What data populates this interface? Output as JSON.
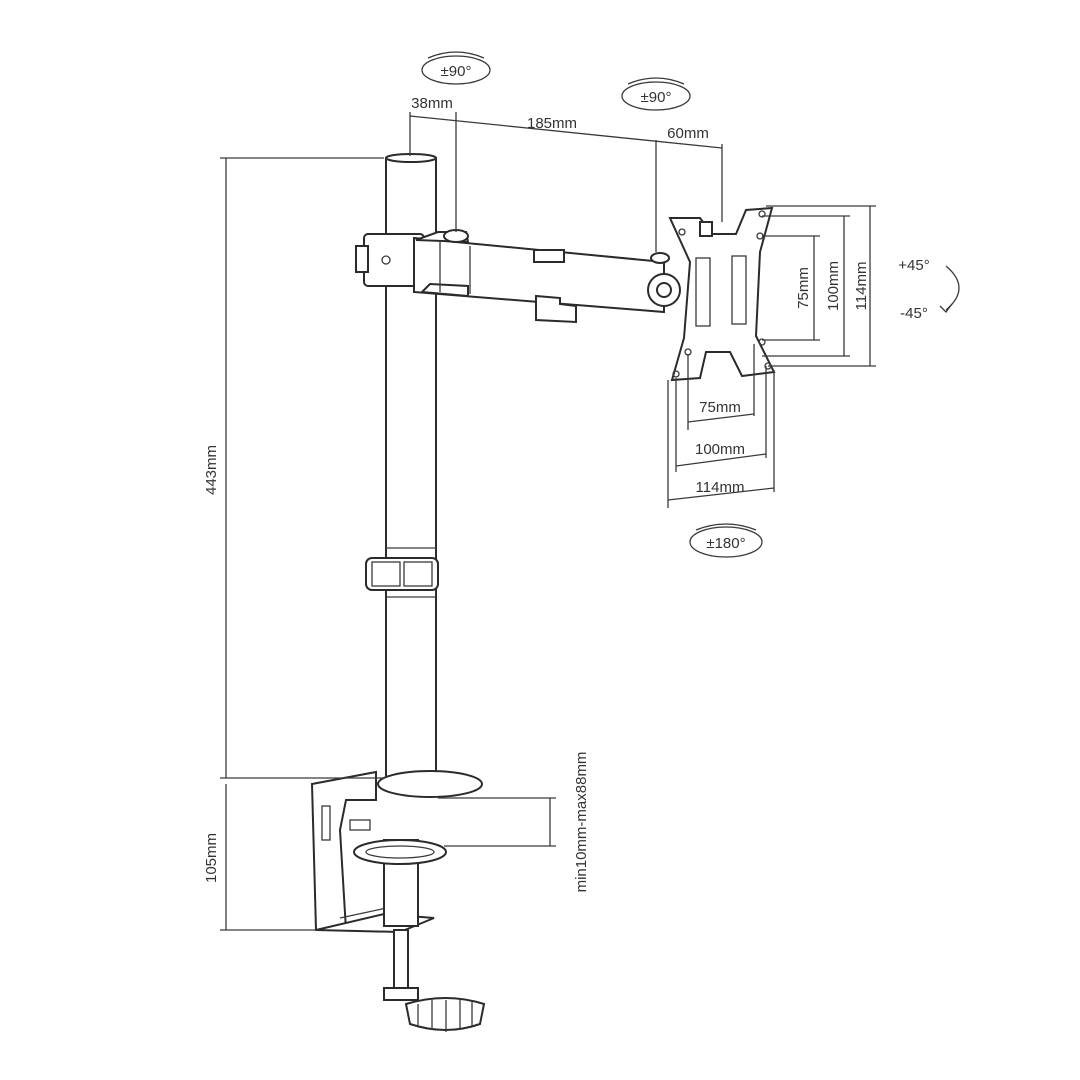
{
  "colors": {
    "line": "#2b2b2b",
    "text": "#333333",
    "background": "#ffffff"
  },
  "dimensions": {
    "top_offset": "38mm",
    "arm_length": "185mm",
    "head_length": "60mm",
    "pole_height": "443mm",
    "clamp_height": "105mm",
    "clamp_range": "min10mm-max88mm",
    "vesa_v_small": "75mm",
    "vesa_v_mid": "100mm",
    "vesa_v_large": "114mm",
    "vesa_h_small": "75mm",
    "vesa_h_mid": "100mm",
    "vesa_h_large": "114mm"
  },
  "rotations": {
    "arm_swivel": "±90°",
    "head_swivel": "±90°",
    "rotate": "±180°",
    "tilt_up": "+45°",
    "tilt_down": "-45°"
  }
}
